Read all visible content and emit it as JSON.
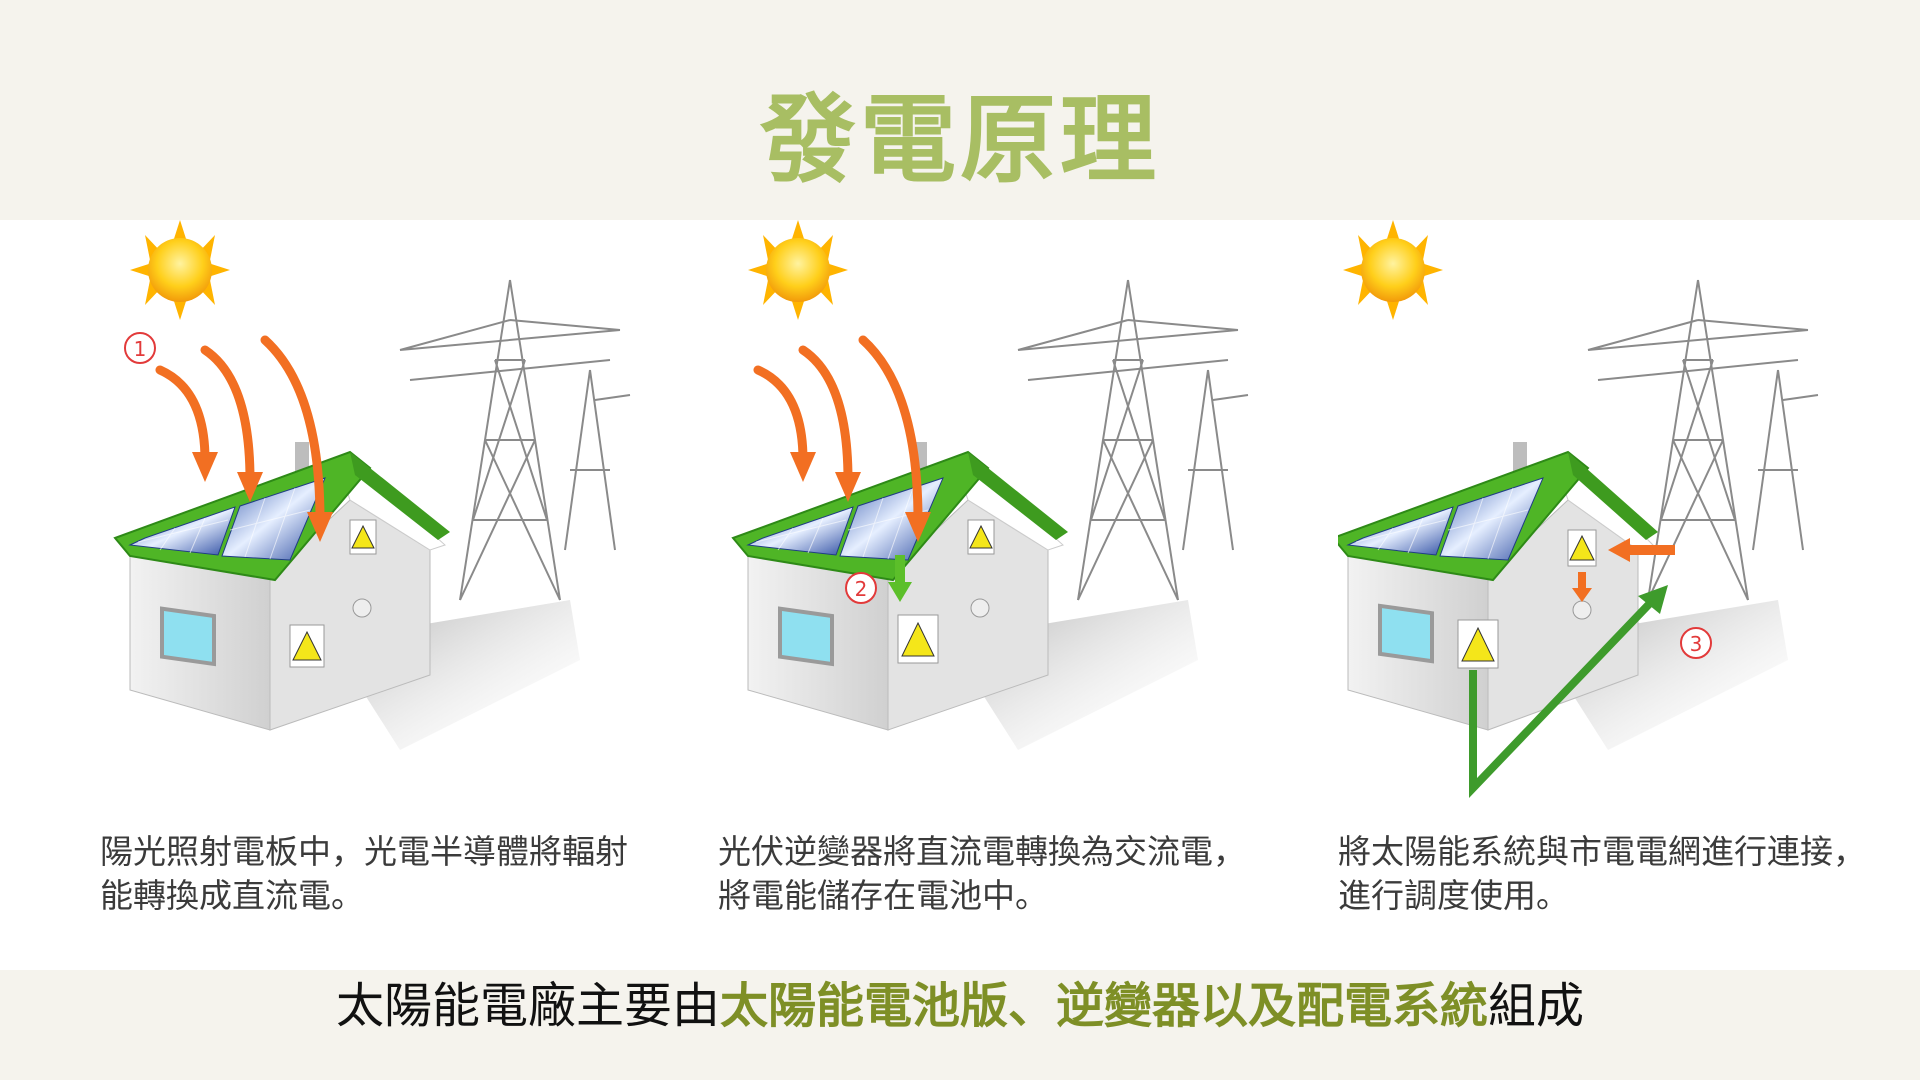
{
  "title": "發電原理",
  "panels": [
    {
      "marker": "1",
      "caption_line1": "陽光照射電板中，光電半導體將輻射",
      "caption_line2": "能轉換成直流電。"
    },
    {
      "marker": "2",
      "caption_line1": "光伏逆變器將直流電轉換為交流電，",
      "caption_line2": "將電能儲存在電池中。"
    },
    {
      "marker": "3",
      "caption_line1": "將太陽能系統與市電電網進行連接，",
      "caption_line2": "進行調度使用。"
    }
  ],
  "summary": {
    "prefix": "太陽能電廠主要由",
    "highlight": "太陽能電池版、逆變器以及配電系統",
    "suffix": "組成"
  },
  "colors": {
    "title": "#a8be63",
    "band": "#f5f3ed",
    "roof": "#4fb526",
    "highlight": "#7e8f26",
    "arrow_orange": "#f26f22",
    "arrow_green": "#3e9b2c"
  },
  "icons": [
    "sun-icon",
    "solar-panel-icon",
    "house-icon",
    "pylon-icon",
    "warning-box-icon",
    "socket-icon",
    "arrow-icon"
  ]
}
